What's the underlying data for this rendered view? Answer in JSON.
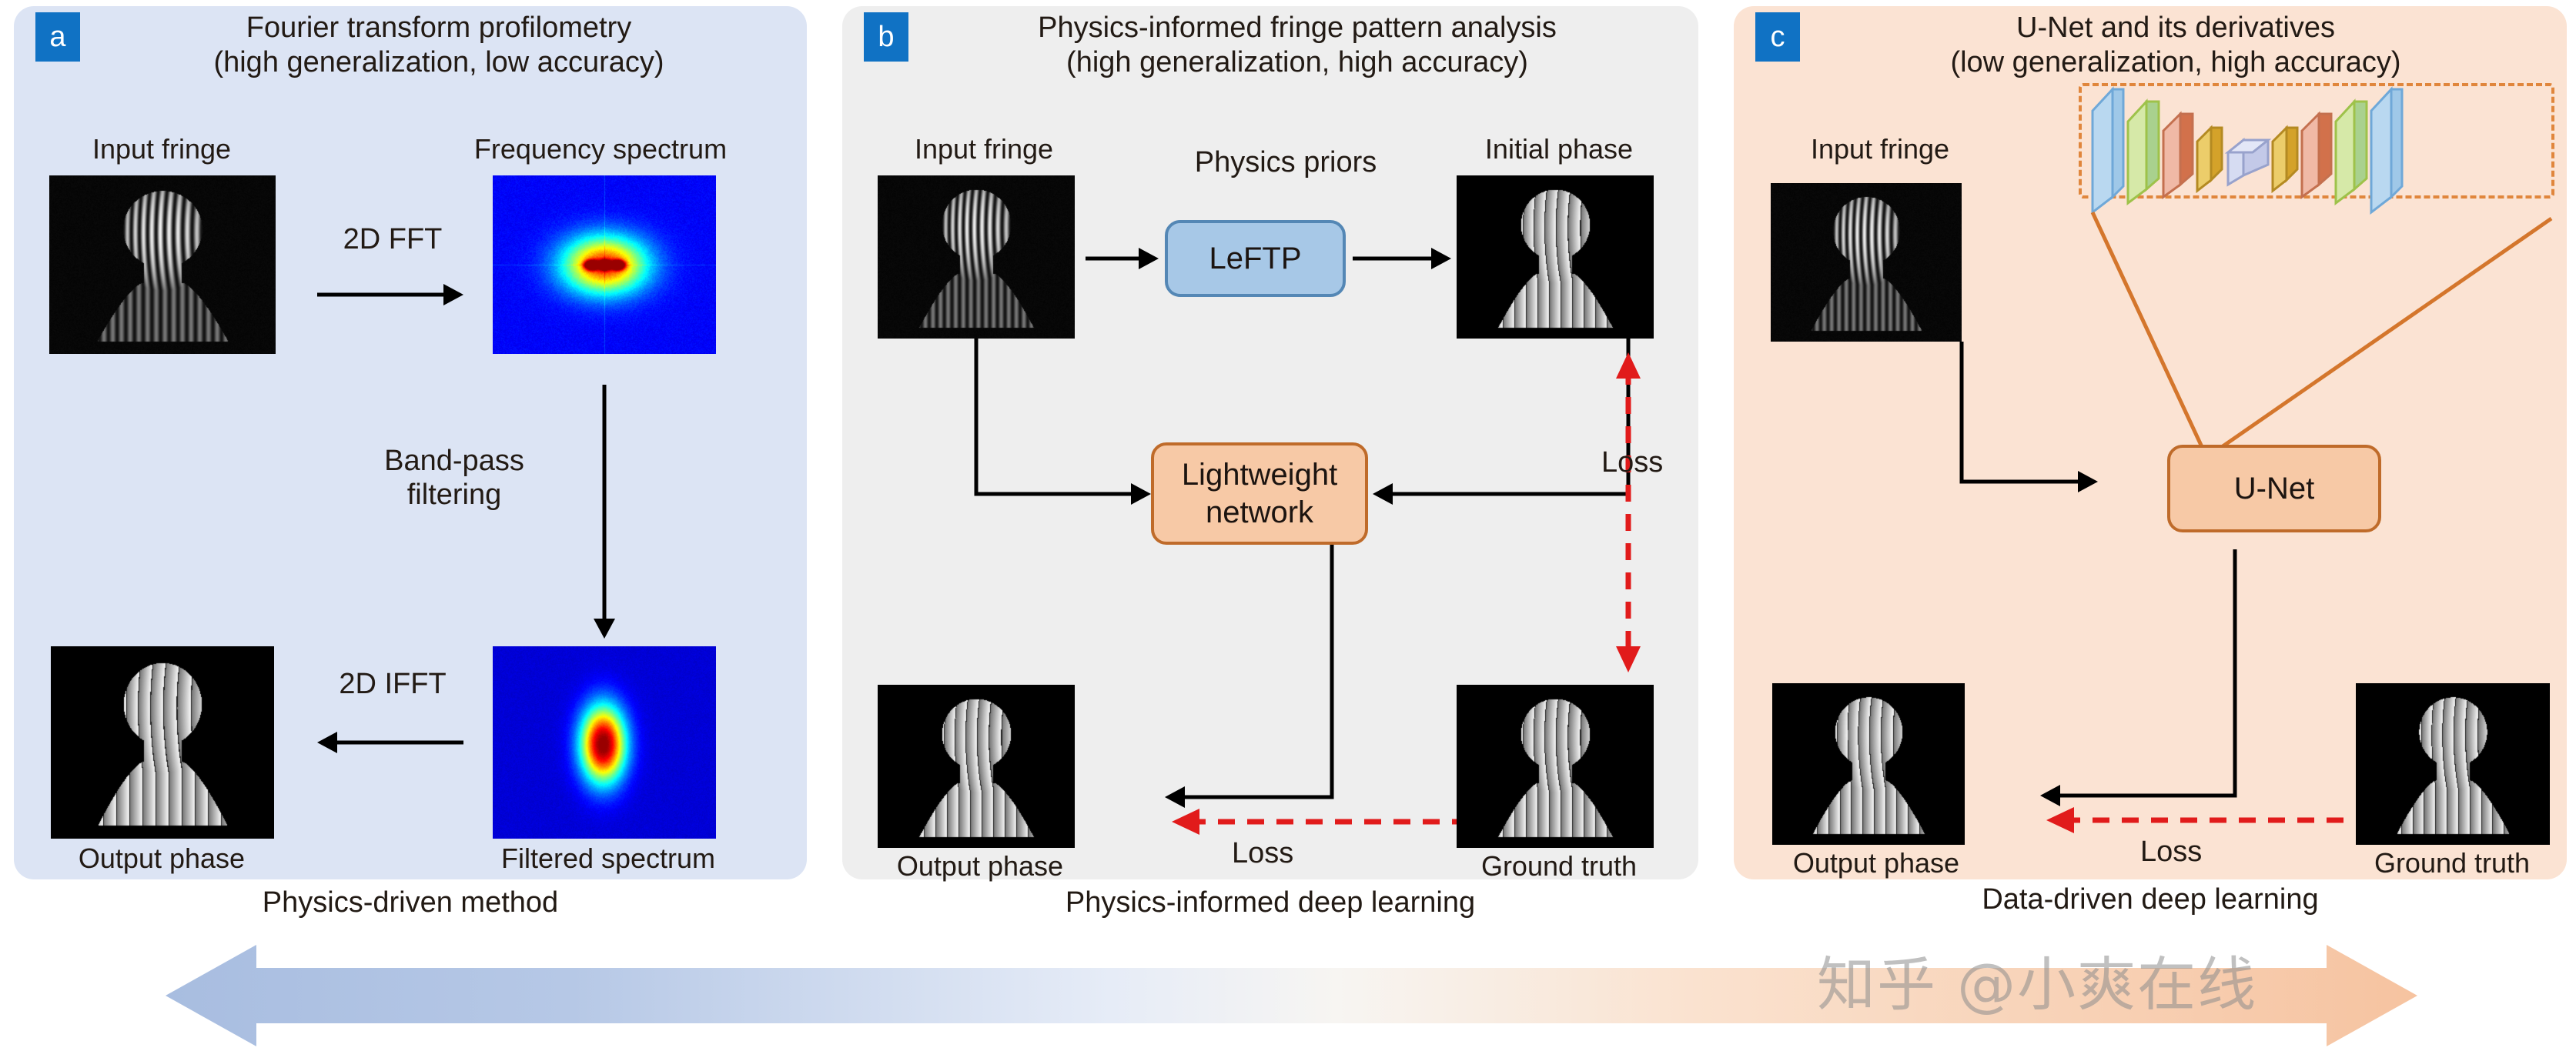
{
  "figure": {
    "panels": [
      {
        "id": "a",
        "badge": "a",
        "title": "Fourier transform profilometry\n(high generalization, low accuracy)",
        "caption": "Physics-driven method",
        "bg": "#dce4f4",
        "labels": {
          "input_fringe": "Input fringe",
          "frequency_spectrum": "Frequency spectrum",
          "output_phase": "Output phase",
          "filtered_spectrum": "Filtered spectrum"
        },
        "arrows": {
          "fft": "2D FFT",
          "bandpass": "Band-pass\nfiltering",
          "ifft": "2D IFFT"
        }
      },
      {
        "id": "b",
        "badge": "b",
        "title": "Physics-informed fringe pattern analysis\n(high generalization, high accuracy)",
        "caption": "Physics-informed deep learning",
        "bg": "#eeeeee",
        "labels": {
          "input_fringe": "Input fringe",
          "initial_phase": "Initial phase",
          "output_phase": "Output phase",
          "ground_truth": "Ground truth",
          "physics_priors": "Physics priors"
        },
        "boxes": {
          "leftp": "LeFTP",
          "lightweight": "Lightweight\nnetwork"
        },
        "loss_vertical": "Loss",
        "loss_horizontal": "Loss"
      },
      {
        "id": "c",
        "badge": "c",
        "title": "U-Net and its derivatives\n(low generalization, high accuracy)",
        "caption": "Data-driven deep learning",
        "bg": "#fbe3d3",
        "labels": {
          "input_fringe": "Input fringe",
          "output_phase": "Output phase",
          "ground_truth": "Ground truth"
        },
        "boxes": {
          "unet": "U-Net"
        },
        "loss_horizontal": "Loss"
      }
    ],
    "spectrum_arrow": {
      "left_color": "#a8bde0",
      "right_color": "#f6c3a0",
      "direction": "bidirectional"
    },
    "watermark": "知乎 @小爽在线",
    "colors": {
      "badge_blue": "#1072c4",
      "box_blue_fill": "#a7c8e7",
      "box_blue_stroke": "#5487b5",
      "box_orange_fill": "#f7c9a6",
      "box_orange_stroke": "#bf6b2a",
      "loss_red": "#e11b1b",
      "dashed_inset": "#e0863c",
      "text": "#221a14"
    },
    "unet_layers": [
      {
        "name": "encoder-block-1",
        "color": "#9fc8e8"
      },
      {
        "name": "encoder-block-2",
        "color": "#a9d18e"
      },
      {
        "name": "encoder-block-3",
        "color": "#d2714b"
      },
      {
        "name": "encoder-block-4",
        "color": "#d4a22a"
      },
      {
        "name": "bottleneck",
        "color": "#c3c9e8"
      },
      {
        "name": "decoder-block-4",
        "color": "#d4a22a"
      },
      {
        "name": "decoder-block-3",
        "color": "#d2714b"
      },
      {
        "name": "decoder-block-2",
        "color": "#a9d18e"
      },
      {
        "name": "decoder-block-1",
        "color": "#9fc8e8"
      }
    ]
  }
}
